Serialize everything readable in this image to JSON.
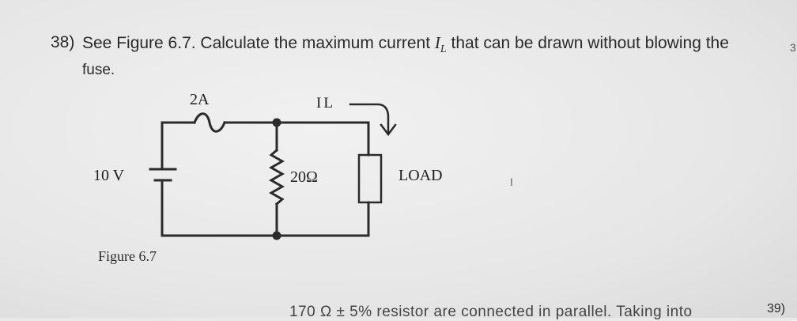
{
  "question": {
    "number": "38)",
    "text_before": "See Figure 6.7. Calculate the maximum current ",
    "symbol": "I",
    "subscript": "L",
    "text_after": " that can be drawn without blowing the",
    "continuation": "fuse."
  },
  "figure": {
    "fuse_label": "2A",
    "current_label": "IL",
    "source_label": "10 V",
    "resistor_label": "20Ω",
    "load_label": "LOAD",
    "caption": "Figure 6.7"
  },
  "next": {
    "number": "39)",
    "partial_text": "170 Ω ± 5% resistor are connected in parallel. Taking into"
  },
  "misc": {
    "edge_char": "3",
    "cursor_glyph": "I"
  }
}
